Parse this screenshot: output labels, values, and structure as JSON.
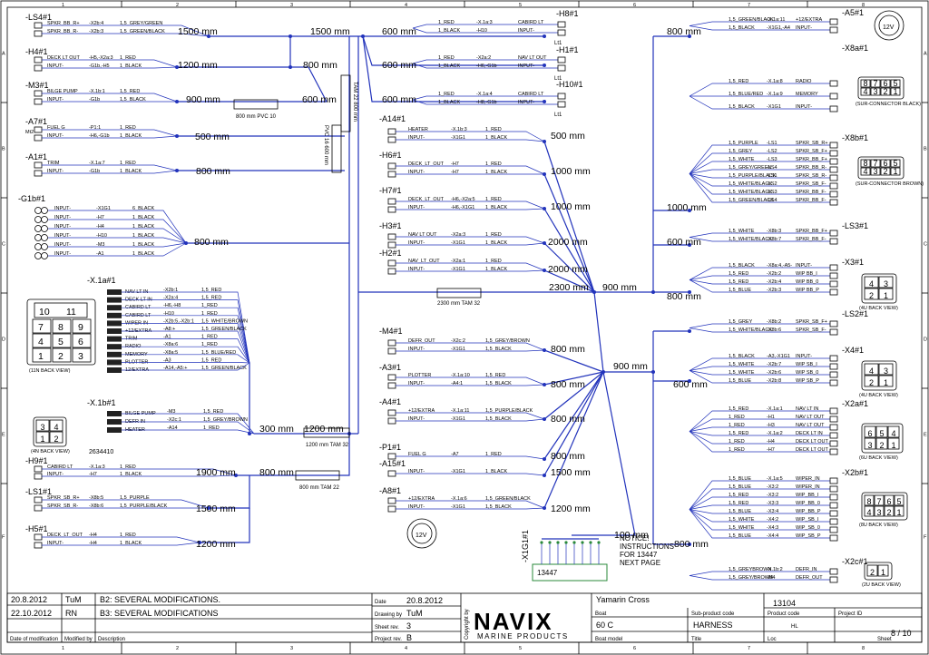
{
  "border": {
    "cols": [
      "1",
      "2",
      "3",
      "4",
      "5",
      "6",
      "7",
      "8"
    ],
    "rows": [
      "A",
      "B",
      "C",
      "D",
      "E",
      "F"
    ]
  },
  "components": {
    "ls4": {
      "ref": "-LS4#1",
      "pins": [
        "SPKR_BB_R+",
        "SPKR_BB_R-"
      ],
      "codes": [
        "-X2b:4",
        "-X2b:3"
      ],
      "wires": [
        "1,5_GREY/GREEN",
        "1,5_GREEN/BLACK"
      ]
    },
    "h4": {
      "ref": "-H4#1",
      "pins": [
        "DECK LT OUT",
        "INPUT-"
      ],
      "codes": [
        "-H5,-X2a:3",
        "-G1b,-H5"
      ],
      "wires": [
        "1_RED",
        "1_BLACK"
      ]
    },
    "m3": {
      "ref": "-M3#1",
      "pins": [
        "BILGE PUMP",
        "INPUT-"
      ],
      "codes": [
        "-X.1b:1",
        "-G1b"
      ],
      "wires": [
        "1,5_RED",
        "1,5_BLACK"
      ]
    },
    "a7": {
      "ref": "-A7#1",
      "sub": "Mt2",
      "pins": [
        "FUEL G",
        "INPUT-"
      ],
      "codes": [
        "-P1:1",
        "-H6,-G1b"
      ],
      "wires": [
        "1_RED",
        "1_BLACK"
      ]
    },
    "a1": {
      "ref": "-A1#1",
      "pins": [
        "TRIM",
        "INPUT-"
      ],
      "codes": [
        "-X.1a:7",
        "-G1b"
      ],
      "wires": [
        "1_RED",
        "1_BLACK"
      ]
    },
    "g1b": {
      "ref": "-G1b#1",
      "pins": [
        "INPUT-",
        "INPUT-",
        "INPUT-",
        "INPUT-",
        "INPUT-",
        "INPUT-"
      ],
      "codes": [
        "-X1G1",
        "-H7",
        "-H4",
        "-H10",
        "-M3",
        "-A1"
      ],
      "wires": [
        "6_BLACK",
        "1_BLACK",
        "1_BLACK",
        "1_BLACK",
        "1_BLACK",
        "1_BLACK"
      ]
    },
    "x1a": {
      "ref": "-X.1a#1",
      "pins": [
        "NAV LT IN",
        "DECK LT IN",
        "CABIRD LT",
        "CABIRD LT",
        "WIPER IN",
        "+12/EXTRA",
        "TRIM",
        "RADIO",
        "MEMORY",
        "PLOTTER",
        "12/EXTRA"
      ],
      "codes": [
        "-X2b:1",
        "-X2a:4",
        "-H6,-H8",
        "-H10",
        "-X2b:5,-X2b:1",
        "-A8:+",
        "-A1",
        "-X8a:6",
        "-X8a:5",
        "-A3",
        "-A14,-A5:+"
      ],
      "wires": [
        "1,5_RED",
        "1,5_RED",
        "1_RED",
        "1_RED",
        "1,5_WHITE/BROWN",
        "1,5_GREEN/BLACK",
        "1_RED",
        "1_RED",
        "1,5_BLUE/RED",
        "1,5_RED",
        "1,5_GREEN/BLACK"
      ]
    },
    "x1b": {
      "ref": "-X.1b#1",
      "pins": [
        "BILGE PUMP",
        "DEFR IN",
        "HEATER"
      ],
      "codes": [
        "-M3",
        "-X2c:1",
        "-A14"
      ],
      "wires": [
        "1,5_RED",
        "1,5_GREY/BROWN",
        "1_RED"
      ],
      "part": "2634410"
    },
    "h9": {
      "ref": "-H9#1",
      "pins": [
        "CABIRD LT",
        "INPUT-"
      ],
      "codes": [
        "-X.1a:3",
        "-H7"
      ],
      "wires": [
        "1_RED",
        "1_BLACK"
      ]
    },
    "ls1": {
      "ref": "-LS1#1",
      "pins": [
        "SPKR_SB_R+",
        "SPKR_SB_R-"
      ],
      "codes": [
        "-X8b:5",
        "-X8b:6"
      ],
      "wires": [
        "1,5_PURPLE",
        "1,5_PURPLE/BLACK"
      ]
    },
    "h5": {
      "ref": "-H5#1",
      "pins": [
        "DECK_LT_OUT",
        "INPUT-"
      ],
      "codes": [
        "-H4",
        "-H4"
      ],
      "wires": [
        "1_RED",
        "1_BLACK"
      ]
    },
    "a14": {
      "ref": "-A14#1",
      "pins": [
        "HEATER",
        "INPUT-"
      ],
      "codes": [
        "-X.1b:3",
        "-X1G1"
      ],
      "wires": [
        "1_RED",
        "1_BLACK"
      ]
    },
    "h6": {
      "ref": "-H6#1",
      "pins": [
        "DECK_LT_OUT",
        "INPUT-"
      ],
      "codes": [
        "-H7",
        "-H7"
      ],
      "wires": [
        "1_RED",
        "1_BLACK"
      ]
    },
    "h7": {
      "ref": "-H7#1",
      "pins": [
        "DECK_LT_OUT",
        "INPUT-"
      ],
      "codes": [
        "-H6,-X2a:5",
        "-H6,-X1G1"
      ],
      "wires": [
        "1_RED",
        "1_BLACK"
      ]
    },
    "h3": {
      "ref": "-H3#1",
      "pins": [
        "NAV LT OUT",
        "INPUT-"
      ],
      "codes": [
        "-X2a:3",
        "-X1G1"
      ],
      "wires": [
        "1_RED",
        "1_BLACK"
      ]
    },
    "h2": {
      "ref": "-H2#1",
      "pins": [
        "NAV_LT_OUT",
        "INPUT-"
      ],
      "codes": [
        "-X2a:1",
        "-X1G1"
      ],
      "wires": [
        "1_RED",
        "1_BLACK"
      ]
    },
    "m4": {
      "ref": "-M4#1",
      "pins": [
        "DEFR_OUT",
        "INPUT-"
      ],
      "codes": [
        "-X2c:2",
        "-X1G1"
      ],
      "wires": [
        "1,5_GREY/BROWN",
        "1,5_BLACK"
      ]
    },
    "a3": {
      "ref": "-A3#1",
      "pins": [
        "PLOTTER",
        "INPUT-"
      ],
      "codes": [
        "-X.1a:10",
        "-A4:1"
      ],
      "wires": [
        "1,5_RED",
        "1,5_BLACK"
      ]
    },
    "a4": {
      "ref": "-A4#1",
      "pins": [
        "+12/EXTRA",
        "INPUT-"
      ],
      "codes": [
        "-X.1a:11",
        "-X1G1"
      ],
      "wires": [
        "1,5_PURPLE/BLACK",
        "1,5_BLACK"
      ]
    },
    "p1": {
      "ref": "-P1#1",
      "pins": [
        "FUEL G"
      ],
      "codes": [
        "-A7"
      ],
      "wires": [
        "1_RED"
      ]
    },
    "a15": {
      "ref": "-A15#1",
      "pins": [
        "INPUT-"
      ],
      "codes": [
        "-X1G1"
      ],
      "wires": [
        "1_BLACK"
      ]
    },
    "a8": {
      "ref": "-A8#1",
      "pins": [
        "+12/EXTRA",
        "INPUT-"
      ],
      "codes": [
        "-X.1a:6",
        "-X1G1"
      ],
      "wires": [
        "1,5_GREEN/BLACK",
        "1,5_BLACK"
      ]
    },
    "h8": {
      "ref": "-H8#1",
      "pins": [
        "CABIRD LT",
        "INPUT-"
      ],
      "codes": [
        "-X.1a:3",
        "-H10"
      ],
      "wires": [
        "1_RED",
        "1_BLACK"
      ],
      "lt": "Lt1"
    },
    "h1": {
      "ref": "-H1#1",
      "pins": [
        "NAV LT OUT",
        "INPUT-"
      ],
      "codes": [
        "-X2a:2",
        "-H6,-G1b"
      ],
      "wires": [
        "1_RED",
        "1_BLACK"
      ],
      "lt": "Lt1"
    },
    "h10": {
      "ref": "-H10#1",
      "pins": [
        "CABIRD LT",
        "INPUT-"
      ],
      "codes": [
        "-X.1a:4",
        "-H8,-G1b"
      ],
      "wires": [
        "1_RED",
        "1_BLACK"
      ],
      "lt": "Lt1"
    },
    "a5": {
      "ref": "-A5#1",
      "pins": [
        "+12/EXTRA",
        "INPUT-"
      ],
      "codes": [
        "-X.1a:11",
        "-X1G1,-A4"
      ],
      "wires": [
        "1,5_GREEN/BLACK",
        "1,5_BLACK"
      ],
      "badge": "12V"
    },
    "x8a": {
      "ref": "-X8a#1",
      "pins": [
        "RADIO",
        "MEMORY",
        "INPUT-"
      ],
      "codes": [
        "-X.1a:8",
        "-X.1a:9",
        "-X1G1"
      ],
      "wires": [
        "1,5_RED",
        "1,5_BLUE/RED",
        "1,5_BLACK"
      ],
      "note": "(SUR-CONNECTOR BLACK)",
      "grid": [
        "8",
        "7",
        "6",
        "5",
        "4",
        "3",
        "2",
        "1"
      ]
    },
    "x8b": {
      "ref": "-X8b#1",
      "pins": [
        "SPKR_SB_R+",
        "SPKR_SB_F+",
        "SPKR_BB_F+",
        "SPKR_BB_R-",
        "SPKR_SB_R-",
        "SPKR_SB_F-",
        "SPKR_BB_F-",
        "SPKR_BB_F-"
      ],
      "codes": [
        "-LS1",
        "-LS2",
        "-LS3",
        "-LS4",
        "-LS1",
        "-LS2",
        "-LS3",
        "-LS4"
      ],
      "wires": [
        "1,5_PURPLE",
        "1,5_GREY",
        "1,5_WHITE",
        "1,5_GREY/GREEN",
        "1,5_PURPLE/BLACK",
        "1,5_WHITE/BLACK",
        "1,5_WHITE/BLACK",
        "1,5_GREEN/BLACK"
      ],
      "note": "(SUR-CONNECTOR BROWN)",
      "grid": [
        "8",
        "7",
        "6",
        "5",
        "4",
        "3",
        "2",
        "1"
      ]
    },
    "ls3": {
      "ref": "-LS3#1",
      "pins": [
        "SPKR_BB_F+",
        "SPKR_BB_F-"
      ],
      "codes": [
        "-X8b:3",
        "-X8b:7"
      ],
      "wires": [
        "1,5_WHITE",
        "1,5_WHITE/BLACK"
      ]
    },
    "x3": {
      "ref": "-X3#1",
      "pins": [
        "INPUT-",
        "WIP BB_I",
        "WIP BB_0",
        "WIP BB_P"
      ],
      "codes": [
        "-X8a:4,-A5-",
        "-X2b:2",
        "-X2b:4",
        "-X2b:3"
      ],
      "wires": [
        "1,5_BLACK",
        "1,5_RED",
        "1,5_RED",
        "1,5_BLUE"
      ],
      "note": "(4U BACK VIEW)",
      "grid": [
        "4",
        "3",
        "2",
        "1"
      ]
    },
    "ls2": {
      "ref": "-LS2#1",
      "pins": [
        "SPKR_SB_F+",
        "SPKR_SB_F-"
      ],
      "codes": [
        "-X8b:2",
        "-X8b:6"
      ],
      "wires": [
        "1,5_GREY",
        "1,5_WHITE/BLACK"
      ]
    },
    "x4": {
      "ref": "-X4#1",
      "pins": [
        "INPUT-",
        "WIP SB_I",
        "WIP SB_0",
        "WIP SB_P"
      ],
      "codes": [
        "-A3,-X1G1",
        "-X2b:7",
        "-X2b:6",
        "-X2b:8"
      ],
      "wires": [
        "1,5_BLACK",
        "1,5_WHITE",
        "1,5_WHITE",
        "1,5_BLUE"
      ],
      "note": "(4U BACK VIEW)",
      "grid": [
        "4",
        "3",
        "2",
        "1"
      ]
    },
    "x2a": {
      "ref": "-X2a#1",
      "pins": [
        "NAV LT IN",
        "NAV LT OUT",
        "NAV LT OUT",
        "DECK LT IN",
        "DECK LT OUT",
        "DECK LT OUT"
      ],
      "codes": [
        "-X.1a:1",
        "-H1",
        "-H3",
        "-X.1a:2",
        "-H4",
        "-H7"
      ],
      "wires": [
        "1,5_RED",
        "1_RED",
        "1_RED",
        "1,5_RED",
        "1_RED",
        "1_RED"
      ],
      "note": "(6U BACK VIEW)",
      "grid": [
        "6",
        "5",
        "4",
        "3",
        "2",
        "1"
      ]
    },
    "x2b": {
      "ref": "-X2b#1",
      "pins": [
        "WIPER_IN",
        "WIPER_IN",
        "WIP_BB_I",
        "WIP_BB_0",
        "WIP_BB_P",
        "WIP_SB_I",
        "WIP_SB_0",
        "WIP_SB_P"
      ],
      "codes": [
        "-X.1a:5",
        "-X3:2",
        "-X3:2",
        "-X3:3",
        "-X3:4",
        "-X4:2",
        "-X4:3",
        "-X4:4"
      ],
      "wires": [
        "1,5_BLUE",
        "1,5_BLUE",
        "1,5_RED",
        "1,5_RED",
        "1,5_BLUE",
        "1,5_WHITE",
        "1,5_WHITE",
        "1,5_BLUE"
      ],
      "note": "(8U BACK VIEW)",
      "grid": [
        "8",
        "7",
        "6",
        "5",
        "4",
        "3",
        "2",
        "1"
      ]
    },
    "x2c": {
      "ref": "-X2c#1",
      "pins": [
        "DEFR_IN",
        "DEFR_OUT"
      ],
      "codes": [
        "-X.1b:2",
        "-M4"
      ],
      "wires": [
        "1,5_GREYBROWN",
        "1,5_GREY/BROWN"
      ],
      "note": "(2U BACK VIEW)",
      "grid": [
        "2",
        "1"
      ]
    },
    "x1g1": {
      "ref": "-X1G1#1",
      "part": "13447"
    },
    "conn11": {
      "grid": [
        "10",
        "11",
        "7",
        "8",
        "9",
        "4",
        "5",
        "6",
        "1",
        "2",
        "3"
      ],
      "note": "(11N BACK VIEW)"
    },
    "conn4n": {
      "grid": [
        "3",
        "4",
        "1",
        "2"
      ],
      "note": "(4N BACK VIEW)"
    }
  },
  "lengths": [
    "1500 mm",
    "1500 mm",
    "600 mm",
    "1200 mm",
    "800 mm",
    "600 mm",
    "900 mm",
    "600 mm",
    "600 mm",
    "500 mm",
    "800 mm",
    "800 mm",
    "500 mm",
    "1000 mm",
    "1000 mm",
    "2000 mm",
    "2000 mm",
    "2300 mm",
    "900 mm",
    "800 mm",
    "1000 mm",
    "600 mm",
    "800 mm",
    "800 mm",
    "800 mm",
    "900 mm",
    "600 mm",
    "300 mm",
    "1200 mm",
    "1900 mm",
    "800 mm",
    "1500 mm",
    "1200 mm",
    "800 mm",
    "800 mm",
    "1500 mm",
    "1200 mm",
    "100 mm",
    "800 mm"
  ],
  "sleeves": [
    "800 mm PVC 10",
    "TAM 22 800 mm",
    "PVC 16 600 mm",
    "2300 mm TAM 32",
    "1200 mm TAM 32",
    "800 mm TAM 22"
  ],
  "notice": [
    "NOTICE!",
    "INSTRUCTIONS",
    "FOR 13447",
    "NEXT PAGE"
  ],
  "title_block": {
    "revisions": [
      {
        "date": "20.8.2012",
        "by": "TuM",
        "desc": "B2: SEVERAL MODIFICATIONS."
      },
      {
        "date": "22.10.2012",
        "by": "RN",
        "desc": "B3: SEVERAL MODIFICATIONS"
      }
    ],
    "rev_headers": [
      "Date of modification",
      "Modified by",
      "Description"
    ],
    "date_label": "Date",
    "date": "20.8.2012",
    "drawing_label": "Drawing by",
    "drawing": "TuM",
    "sheetrev_label": "Sheet rev.",
    "sheetrev": "3",
    "projrev_label": "Project rev.",
    "projrev": "B",
    "copyright": "Copyright by",
    "logo": "NAVIX",
    "logo_sub": "MARINE PRODUCTS",
    "boat": "Yamarin Cross",
    "boat_label": "Boat",
    "model": "60 C",
    "model_label": "Boat model",
    "subproduct_label": "Sub-product code",
    "title": "HARNESS",
    "title_label": "Title",
    "product_code": "13104",
    "product_code_label": "Product code",
    "loc": "HL",
    "loc_label": "Loc",
    "project_id_label": "Project ID",
    "sheet": "8 / 10",
    "sheet_label": "Sheet"
  }
}
